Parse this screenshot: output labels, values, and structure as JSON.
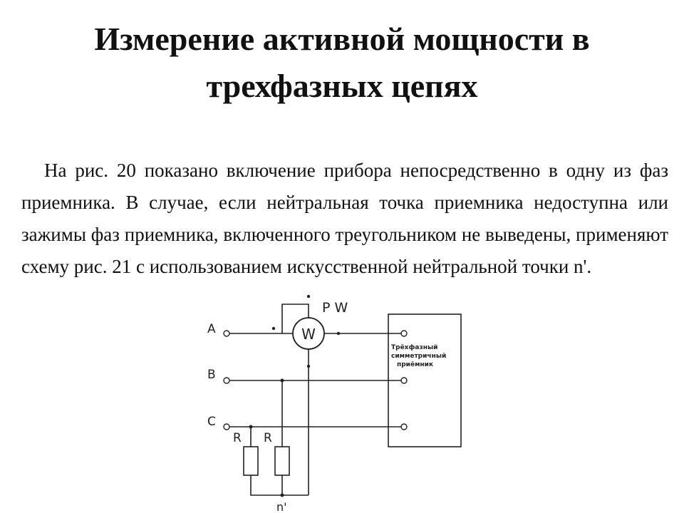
{
  "title": {
    "line1": "Измерение активной мощности в",
    "line2": "трехфазных цепях"
  },
  "paragraph": "На рис. 20 показано включение прибора непосредственно в одну из фаз приемника. В случае, если нейтральная точка приемника недоступна или зажимы фаз приемника, включенного треугольником не выведены, применяют схему рис. 21 с использованием искусственной нейтральной точки n'.",
  "diagram": {
    "phase_labels": [
      "A",
      "B",
      "C"
    ],
    "wattmeter_symbol": "W",
    "wattmeter_label": "P W",
    "resistor_labels": [
      "R",
      "R"
    ],
    "neutral_label": "n'",
    "receiver_label": {
      "line1": "Трёхфазный",
      "line2": "симметричный",
      "line3": "приёмник"
    }
  }
}
